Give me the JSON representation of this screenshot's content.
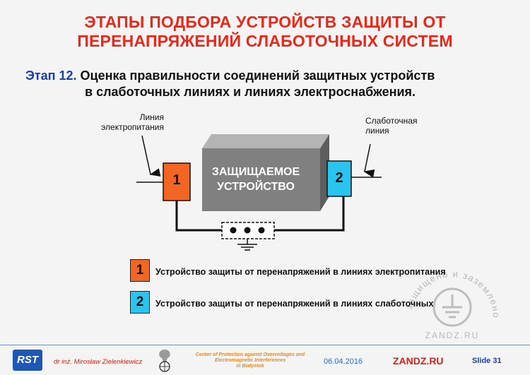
{
  "title": {
    "line1": "ЭТАПЫ ПОДБОРА УСТРОЙСТВ ЗАЩИТЫ ОТ",
    "line2": "ПЕРЕНАПРЯЖЕНИЙ СЛАБОТОЧНЫХ СИСТЕМ"
  },
  "subtitle": {
    "stage": "Этап 12.",
    "line1": "Оценка правильности соединений защитных устройств",
    "line2": "в слаботочных линиях и линиях электроснабжения."
  },
  "diagram": {
    "power_line_label_1": "Линия",
    "power_line_label_2": "электропитания",
    "signal_line_label_1": "Слаботочная",
    "signal_line_label_2": "линия",
    "device_label_1": "ЗАЩИЩАЕМОЕ",
    "device_label_2": "УСТРОЙСТВО",
    "spd1_number": "1",
    "spd2_number": "2",
    "colors": {
      "spd1": "#f26522",
      "spd2": "#29c5f0",
      "device": "#808080",
      "title": "#e8281a",
      "stage": "#1a3fa8"
    }
  },
  "legend": [
    {
      "number": "1",
      "text": "Устройство защиты от перенапряжений в линиях электропитания",
      "color": "#f26522"
    },
    {
      "number": "2",
      "text": "Устройство защиты от перенапряжений в линиях слаботочных",
      "color": "#29c5f0"
    }
  ],
  "watermark": {
    "top_text": "защищено и заземлено",
    "bottom_text": "ZANDZ.RU",
    "icon": "ground-symbol-icon"
  },
  "footer": {
    "logo": "RST",
    "author": "dr inż. Mirosław Zielenkiewicz",
    "center_line1": "Center of Protection against Overvoltages and",
    "center_line2": "Electromagnetic Interferences",
    "center_line3": "in Białystok",
    "date": "06.04.2016",
    "site": "ZANDZ.RU",
    "slide": "Slide 31"
  }
}
